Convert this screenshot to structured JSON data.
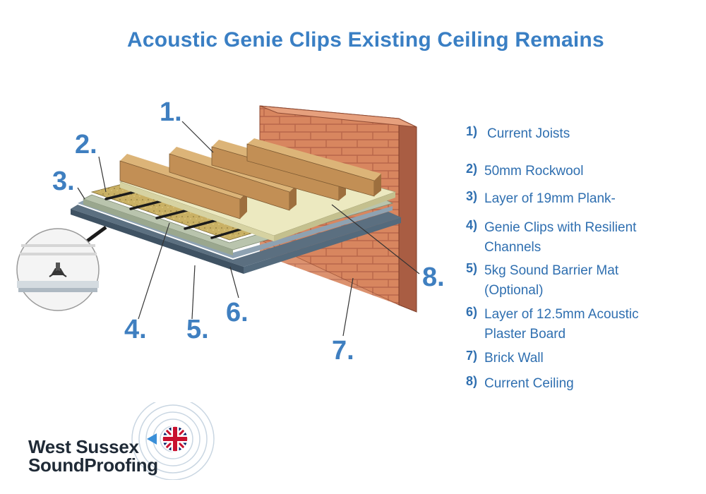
{
  "title": "Acoustic Genie Clips Existing Ceiling Remains",
  "callouts": [
    "1.",
    "2.",
    "3.",
    "4.",
    "5.",
    "6.",
    "7.",
    "8."
  ],
  "legend": [
    {
      "num": "1)",
      "line1": "Current Joists",
      "line2": ""
    },
    {
      "num": "2)",
      "line1": "50mm Rockwool",
      "line2": ""
    },
    {
      "num": "3)",
      "line1": "Layer of 19mm Plank-",
      "line2": ""
    },
    {
      "num": "4)",
      "line1": "Genie Clips with Resilient",
      "line2": "Channels"
    },
    {
      "num": "5)",
      "line1": "5kg Sound Barrier Mat",
      "line2": "(Optional)"
    },
    {
      "num": "6)",
      "line1": "Layer of 12.5mm Acoustic",
      "line2": "Plaster Board"
    },
    {
      "num": "7)",
      "line1": "Brick Wall",
      "line2": ""
    },
    {
      "num": "8)",
      "line1": "Current Ceiling",
      "line2": ""
    }
  ],
  "logo": {
    "line1": "West Sussex",
    "line2": "SoundProofing"
  },
  "colors": {
    "title": "#3a7fc4",
    "callout": "#3f7fc0",
    "legend": "#2f6fb0",
    "brick": "#d8865f",
    "joist": "#c99a5f",
    "rockwool": "#c9b064",
    "plank": "#e8e6b8",
    "board": "#6f8aa0"
  }
}
